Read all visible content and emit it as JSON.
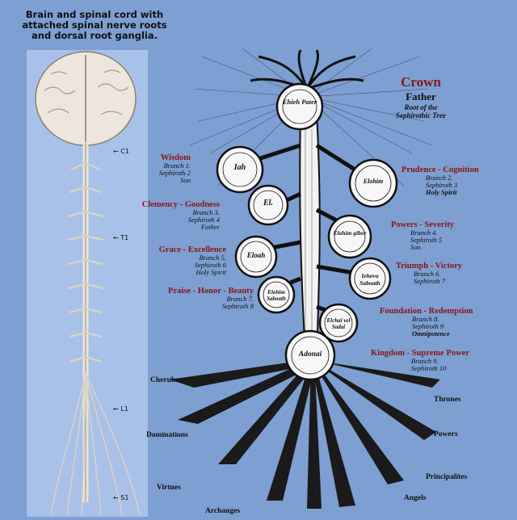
{
  "title": {
    "line1": "Brain and spinal cord with",
    "line2": "attached spinal nerve roots",
    "line3": "and dorsal root ganglia."
  },
  "spine_levels": [
    "C1",
    "T1",
    "L1",
    "S1"
  ],
  "crown": {
    "heading": "Crown",
    "sub": "Father",
    "note1": "Root of the",
    "note2": "Sephirothic Tree"
  },
  "labels": [
    {
      "heading": "Wisdom",
      "line1": "Branch 1.",
      "line2": "Sephiroth 2",
      "line3": "Son"
    },
    {
      "heading": "Clemency - Goodness",
      "line1": "Branch 3.",
      "line2": "Sephiroth 4",
      "line3": "Father"
    },
    {
      "heading": "Grace - Excellence",
      "line1": "Branch 5.",
      "line2": "Sephiroth 6",
      "line3": "Holy Spirit"
    },
    {
      "heading": "Praise - Honor - Beauty",
      "line1": "Branch 7.",
      "line2": "Sephiroth 8",
      "line3": ""
    },
    {
      "heading": "Prudence - Cognition",
      "line1": "Branch 2.",
      "line2": "Sephiroth 3",
      "line3": "Holy Spirit"
    },
    {
      "heading": "Powers - Severity",
      "line1": "Branch 4.",
      "line2": "Sephiroth 5",
      "line3": "Son"
    },
    {
      "heading": "Triumph - Victory",
      "line1": "Branch 6.",
      "line2": "Sephiroth 7",
      "line3": ""
    },
    {
      "heading": "Foundation - Redemption",
      "line1": "Branch 8.",
      "line2": "Sephiroth 9",
      "line3": "Omnipotence"
    },
    {
      "heading": "Kingdom - Supreme Power",
      "line1": "Branch 9.",
      "line2": "Sephiroth 10",
      "line3": ""
    }
  ],
  "angels": [
    "Cherubs",
    "Thrones",
    "Dominations",
    "Powers",
    "Virtues",
    "Principalites",
    "Archanges",
    "Angels"
  ],
  "nodes": {
    "crown": "Ehieh Pater",
    "wisdom": "Iah",
    "prudence": "Elohim",
    "clemency": "El.",
    "powers": "Elohim gibor",
    "grace": "Eloah",
    "triumph": "Iehova Saboath",
    "praise": "Elohim Saboath",
    "foundation": "Elchai vel Sadai",
    "kingdom": "Adonai"
  },
  "colors": {
    "background": "#7d9fd2",
    "panel": "#a8c1e8",
    "heading_red": "#8a1515"
  }
}
